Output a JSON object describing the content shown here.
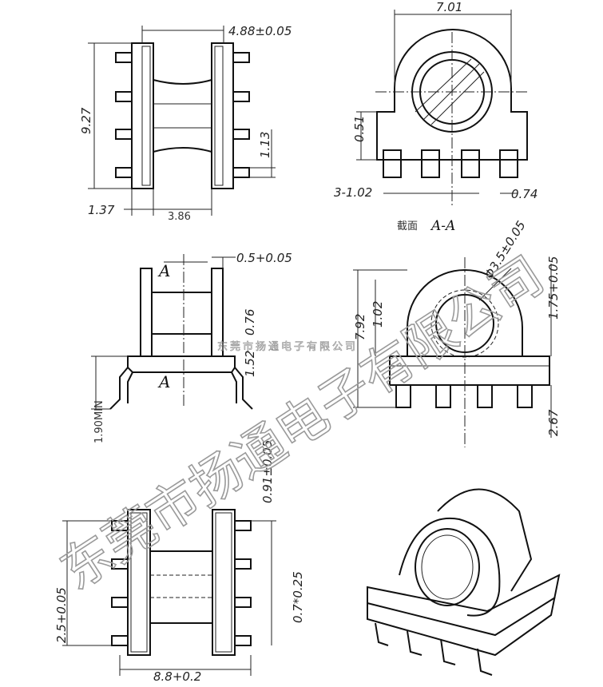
{
  "dimensions": {
    "top_left": {
      "width_top": "4.88±0.05",
      "height": "9.27",
      "pitch": "1.13",
      "bottom_left": "1.37",
      "bottom_mid": "3.86"
    },
    "top_right": {
      "width": "7.01",
      "height": "0.51",
      "pins": "3-1.02",
      "pin_width": "0.74"
    },
    "mid_left": {
      "top": "0.5+0.05",
      "d1": "0.76",
      "d2": "1.52",
      "side": "1.90MIN"
    },
    "mid_right": {
      "diameter": "Φ3.5±0.05",
      "height": "1.75+0.05",
      "d1": "1.02",
      "total": "7.92",
      "bottom": "2.67"
    },
    "bottom_left": {
      "right": "0.91±0.05",
      "left": "2.5+0.05",
      "pitch": "0.7*0.25",
      "width": "8.8+0.2"
    }
  },
  "labels": {
    "section_a_top": "A",
    "section_a_bottom": "A",
    "section_caption_prefix": "截面",
    "section_caption": "A-A"
  },
  "watermark": {
    "large": "东莞市扬通电子有限公司",
    "small": "东莞市扬通电子有限公司"
  }
}
